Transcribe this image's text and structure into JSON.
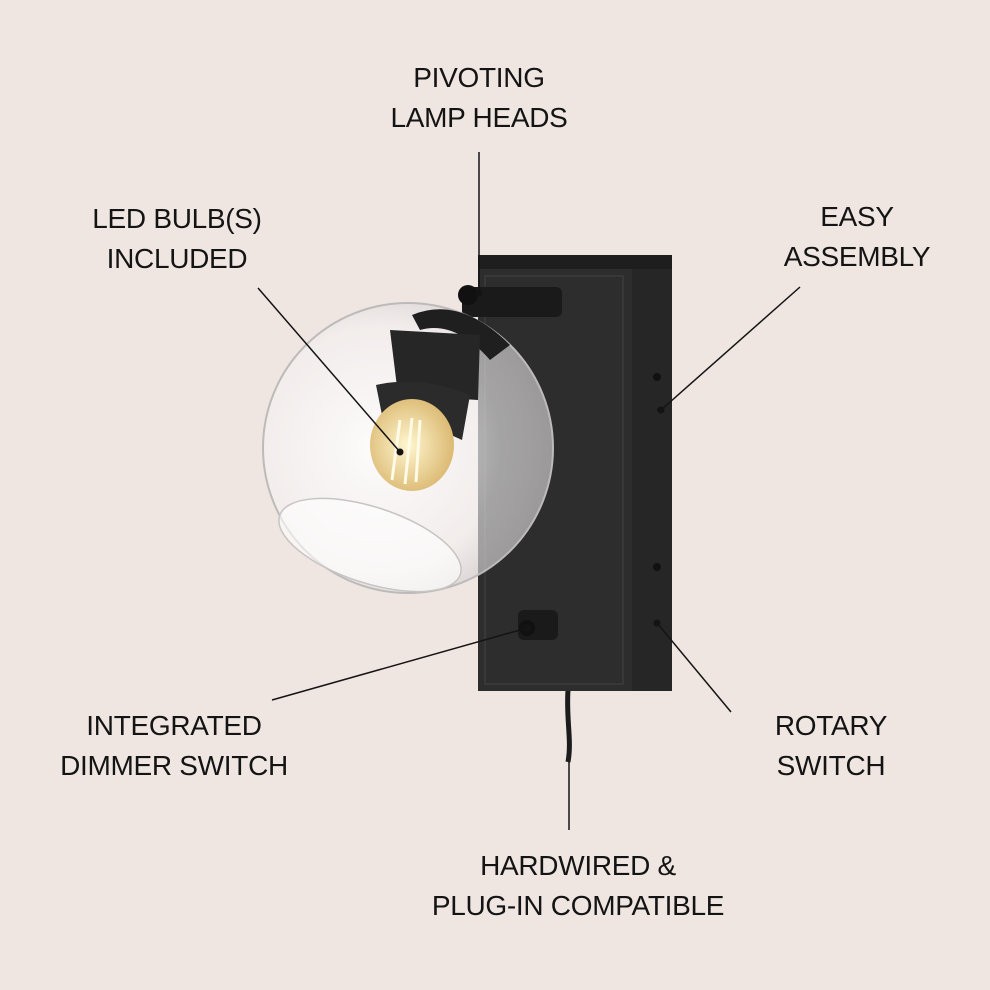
{
  "colors": {
    "background": "#efe6e2",
    "fixture": "#2a2a2a",
    "line": "#141414",
    "bulb": "#f3d98a"
  },
  "callouts": {
    "pivoting": {
      "line1": "PIVOTING",
      "line2": "LAMP HEADS"
    },
    "led": {
      "line1": "LED BULB(S)",
      "line2": "INCLUDED"
    },
    "assembly": {
      "line1": "EASY",
      "line2": "ASSEMBLY"
    },
    "dimmer": {
      "line1": "INTEGRATED",
      "line2": "DIMMER SWITCH"
    },
    "rotary": {
      "line1": "ROTARY",
      "line2": "SWITCH"
    },
    "hardwired": {
      "line1": "HARDWIRED &",
      "line2": "PLUG-IN COMPATIBLE"
    }
  }
}
